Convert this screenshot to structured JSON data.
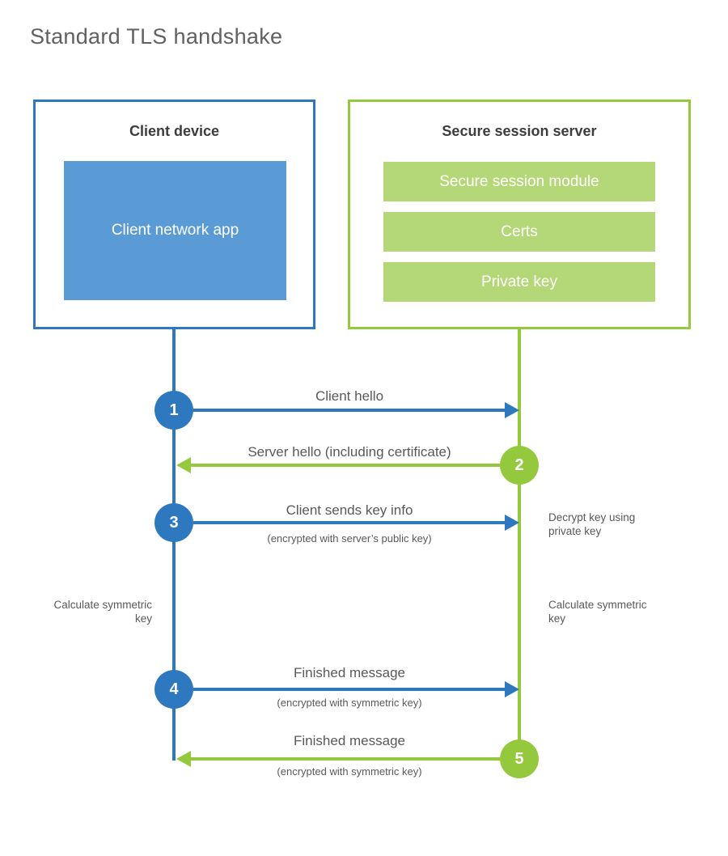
{
  "title": "Standard TLS handshake",
  "colors": {
    "client_blue": "#2e78c0",
    "client_app_fill": "#5b9bd5",
    "server_green": "#94c83d",
    "server_module_fill": "#b4d878",
    "heading_text": "#3d3d3d",
    "label_text": "#595959"
  },
  "client_box": {
    "title": "Client device",
    "app_label": "Client network app"
  },
  "server_box": {
    "title": "Secure session server",
    "modules": [
      "Secure session module",
      "Certs",
      "Private key"
    ]
  },
  "steps": [
    {
      "num": "1",
      "label": "Client hello",
      "direction": "right",
      "color": "blue"
    },
    {
      "num": "2",
      "label": "Server hello (including certificate)",
      "direction": "left",
      "color": "green"
    },
    {
      "num": "3",
      "label": "Client sends key info",
      "sub": "(encrypted with server’s public key)",
      "direction": "right",
      "color": "blue"
    },
    {
      "num": "4",
      "label": "Finished message",
      "sub": "(encrypted with symmetric key)",
      "direction": "right",
      "color": "blue"
    },
    {
      "num": "5",
      "label": "Finished message",
      "sub": "(encrypted with symmetric key)",
      "direction": "left",
      "color": "green"
    }
  ],
  "annotations": {
    "decrypt_key": "Decrypt key using private key",
    "calculate_left": "Calculate symmetric key",
    "calculate_right": "Calculate symmetric key"
  }
}
